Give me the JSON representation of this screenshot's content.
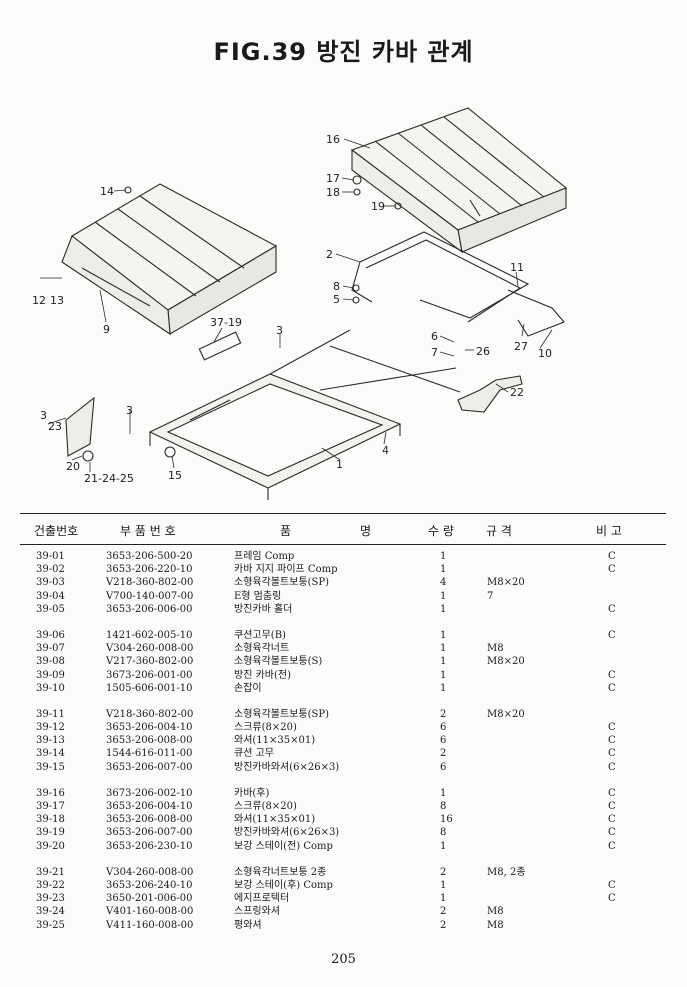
{
  "title": "FIG.39 방진 카바 관계",
  "callouts": [
    "16",
    "17",
    "18",
    "19",
    "14",
    "2",
    "11",
    "8",
    "5",
    "12",
    "13",
    "9",
    "37-19",
    "3",
    "6",
    "7",
    "26",
    "27",
    "10",
    "22",
    "3",
    "23",
    "3",
    "4",
    "1",
    "20",
    "21-24-25",
    "15"
  ],
  "table": {
    "headers": [
      "건출번호",
      "부 품 번 호",
      "품",
      "명",
      "수 량",
      "규 격",
      "비 고"
    ],
    "groups": [
      [
        [
          "39-01",
          "3653-206-500-20",
          "프레임 Comp",
          "1",
          "",
          "C"
        ],
        [
          "39-02",
          "3653-206-220-10",
          "카바 지지 파이프 Comp",
          "1",
          "",
          "C"
        ],
        [
          "39-03",
          "V218-360-802-00",
          "소형육각볼트보퉁(SP)",
          "4",
          "M8×20",
          ""
        ],
        [
          "39-04",
          "V700-140-007-00",
          "E형 멈춤링",
          "1",
          "7",
          ""
        ],
        [
          "39-05",
          "3653-206-006-00",
          "방진카바 홀더",
          "1",
          "",
          "C"
        ]
      ],
      [
        [
          "39-06",
          "1421-602-005-10",
          "쿠션고무(B)",
          "1",
          "",
          "C"
        ],
        [
          "39-07",
          "V304-260-008-00",
          "소형육각너트",
          "1",
          "M8",
          ""
        ],
        [
          "39-08",
          "V217-360-802-00",
          "소형육각볼트보퉁(S)",
          "1",
          "M8×20",
          ""
        ],
        [
          "39-09",
          "3673-206-001-00",
          "방진 카바(전)",
          "1",
          "",
          "C"
        ],
        [
          "39-10",
          "1505-606-001-10",
          "손잡이",
          "1",
          "",
          "C"
        ]
      ],
      [
        [
          "39-11",
          "V218-360-802-00",
          "소형육각볼트보퉁(SP)",
          "2",
          "M8×20",
          ""
        ],
        [
          "39-12",
          "3653-206-004-10",
          "스크류(8×20)",
          "6",
          "",
          "C"
        ],
        [
          "39-13",
          "3653-206-008-00",
          "와셔(11×35×01)",
          "6",
          "",
          "C"
        ],
        [
          "39-14",
          "1544-616-011-00",
          "큐션 고무",
          "2",
          "",
          "C"
        ],
        [
          "39-15",
          "3653-206-007-00",
          "방진카바와셔(6×26×3)",
          "6",
          "",
          "C"
        ]
      ],
      [
        [
          "39-16",
          "3673-206-002-10",
          "카바(후)",
          "1",
          "",
          "C"
        ],
        [
          "39-17",
          "3653-206-004-10",
          "스크류(8×20)",
          "8",
          "",
          "C"
        ],
        [
          "39-18",
          "3653-206-008-00",
          "와셔(11×35×01)",
          "16",
          "",
          "C"
        ],
        [
          "39-19",
          "3653-206-007-00",
          "방진카바와셔(6×26×3)",
          "8",
          "",
          "C"
        ],
        [
          "39-20",
          "3653-206-230-10",
          "보강 스테이(전) Comp",
          "1",
          "",
          "C"
        ]
      ],
      [
        [
          "39-21",
          "V304-260-008-00",
          "소형육각너트보퉁 2종",
          "2",
          "M8, 2종",
          ""
        ],
        [
          "39-22",
          "3653-206-240-10",
          "보강 스테이(후) Comp",
          "1",
          "",
          "C"
        ],
        [
          "39-23",
          "3650-201-006-00",
          "에지프로텍터",
          "1",
          "",
          "C"
        ],
        [
          "39-24",
          "V401-160-008-00",
          "스프링와셔",
          "2",
          "M8",
          ""
        ],
        [
          "39-25",
          "V411-160-008-00",
          "평와셔",
          "2",
          "M8",
          ""
        ]
      ]
    ]
  },
  "page_number": "205"
}
